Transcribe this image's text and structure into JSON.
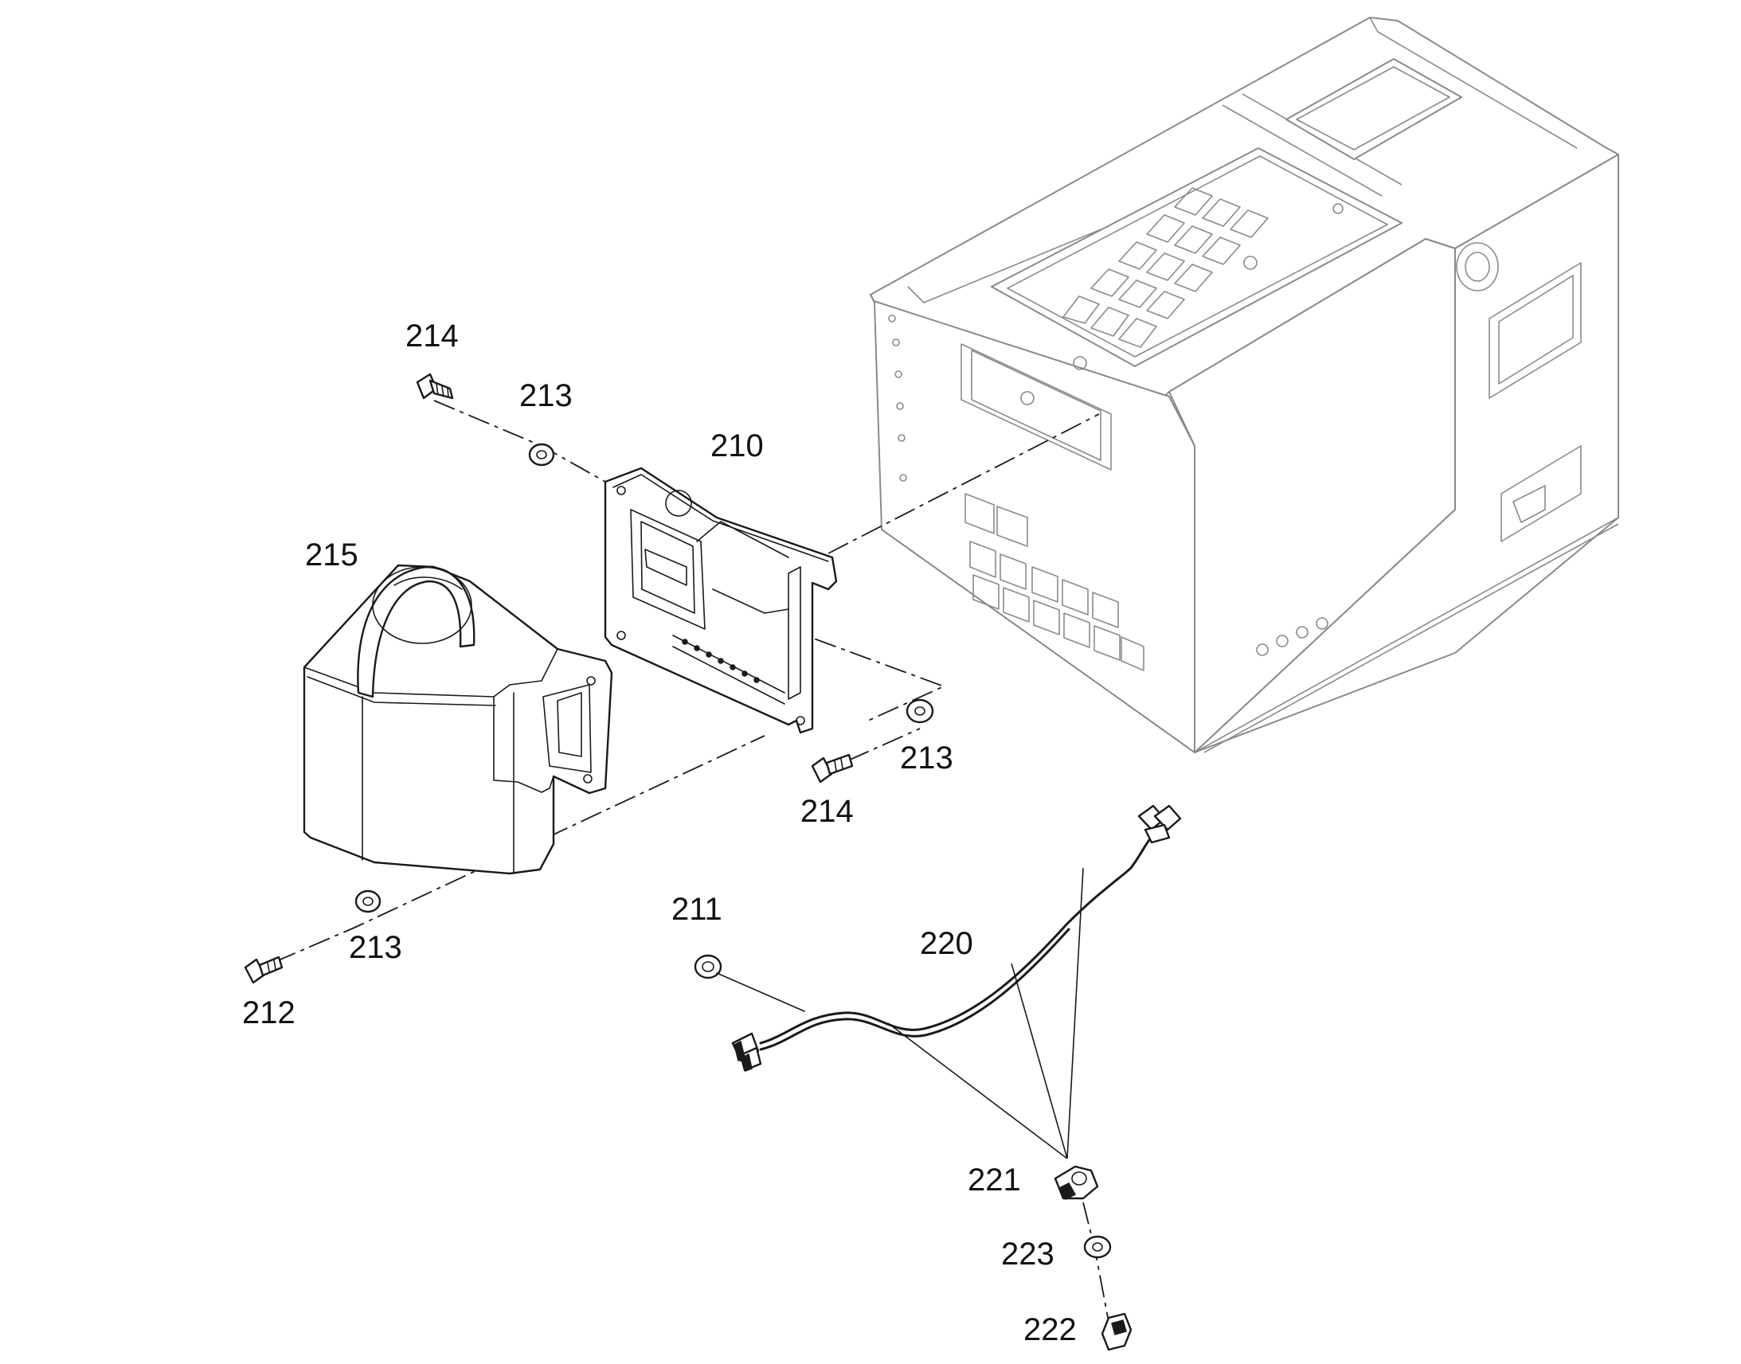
{
  "diagram": {
    "type": "exploded-parts-view",
    "callouts": [
      {
        "id": "c210",
        "text": "210"
      },
      {
        "id": "c211",
        "text": "211"
      },
      {
        "id": "c212",
        "text": "212"
      },
      {
        "id": "c213a",
        "text": "213"
      },
      {
        "id": "c213b",
        "text": "213"
      },
      {
        "id": "c213c",
        "text": "213"
      },
      {
        "id": "c214a",
        "text": "214"
      },
      {
        "id": "c214b",
        "text": "214"
      },
      {
        "id": "c215",
        "text": "215"
      },
      {
        "id": "c220",
        "text": "220"
      },
      {
        "id": "c221",
        "text": "221"
      },
      {
        "id": "c222",
        "text": "222"
      },
      {
        "id": "c223",
        "text": "223"
      }
    ]
  }
}
